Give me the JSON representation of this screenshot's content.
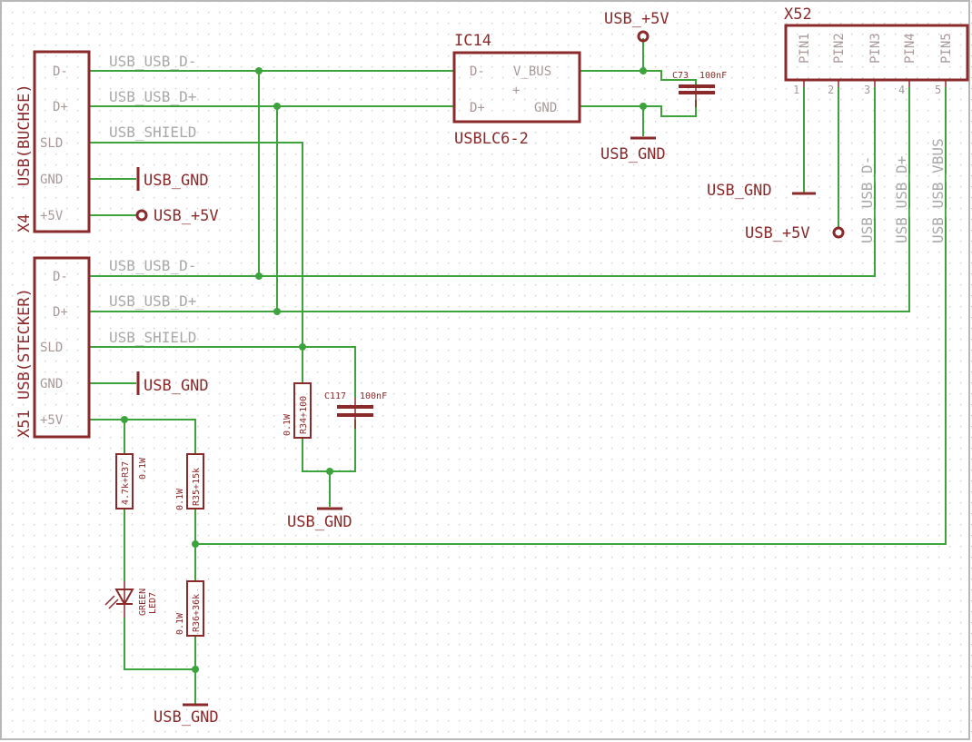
{
  "components": {
    "x4": {
      "name": "X4",
      "value": "USB(BUCHSE)",
      "pins": [
        "D-",
        "D+",
        "SLD",
        "GND",
        "+5V"
      ]
    },
    "x51": {
      "name": "X51",
      "value": "USB(STECKER)",
      "pins": [
        "D-",
        "D+",
        "SLD",
        "GND",
        "+5V"
      ]
    },
    "ic14": {
      "name": "IC14",
      "value": "USBLC6-2",
      "pins": [
        "D-",
        "D+",
        "V_BUS",
        "GND"
      ]
    },
    "x52": {
      "name": "X52",
      "pins": [
        "PIN1",
        "PIN2",
        "PIN3",
        "PIN4",
        "PIN5"
      ],
      "pin_numbers": [
        "1",
        "2",
        "3",
        "4",
        "5"
      ]
    },
    "c73": {
      "name": "C73",
      "value": "100nF"
    },
    "c117": {
      "name": "C117",
      "value": "100nF"
    },
    "r34": {
      "name": "R34",
      "value": "100",
      "rating": "0.1W"
    },
    "r35": {
      "name": "R35",
      "value": "15k",
      "rating": "0.1W"
    },
    "r36": {
      "name": "R36",
      "value": "36k",
      "rating": "0.1W"
    },
    "r37": {
      "name": "R37",
      "value": "4.7k",
      "rating": "0.1W"
    },
    "led7": {
      "name": "LED7",
      "value": "GREEN"
    }
  },
  "nets": {
    "usb_d_minus": "USB_USB_D-",
    "usb_d_plus": "USB_USB_D+",
    "usb_shield": "USB_SHIELD",
    "usb_usb_d_minus": "USB_USB_D-",
    "usb_usb_d_plus": "USB_USB_D+",
    "usb_usb_vbus": "USB_USB_VBUS",
    "usb_gnd": "USB_GND",
    "usb_5v": "USB_+5V"
  },
  "colors": {
    "component": "#8b2a2a",
    "wire": "#3da33d",
    "net_label": "#a9a9a9",
    "grid": "#c8c8c8"
  }
}
